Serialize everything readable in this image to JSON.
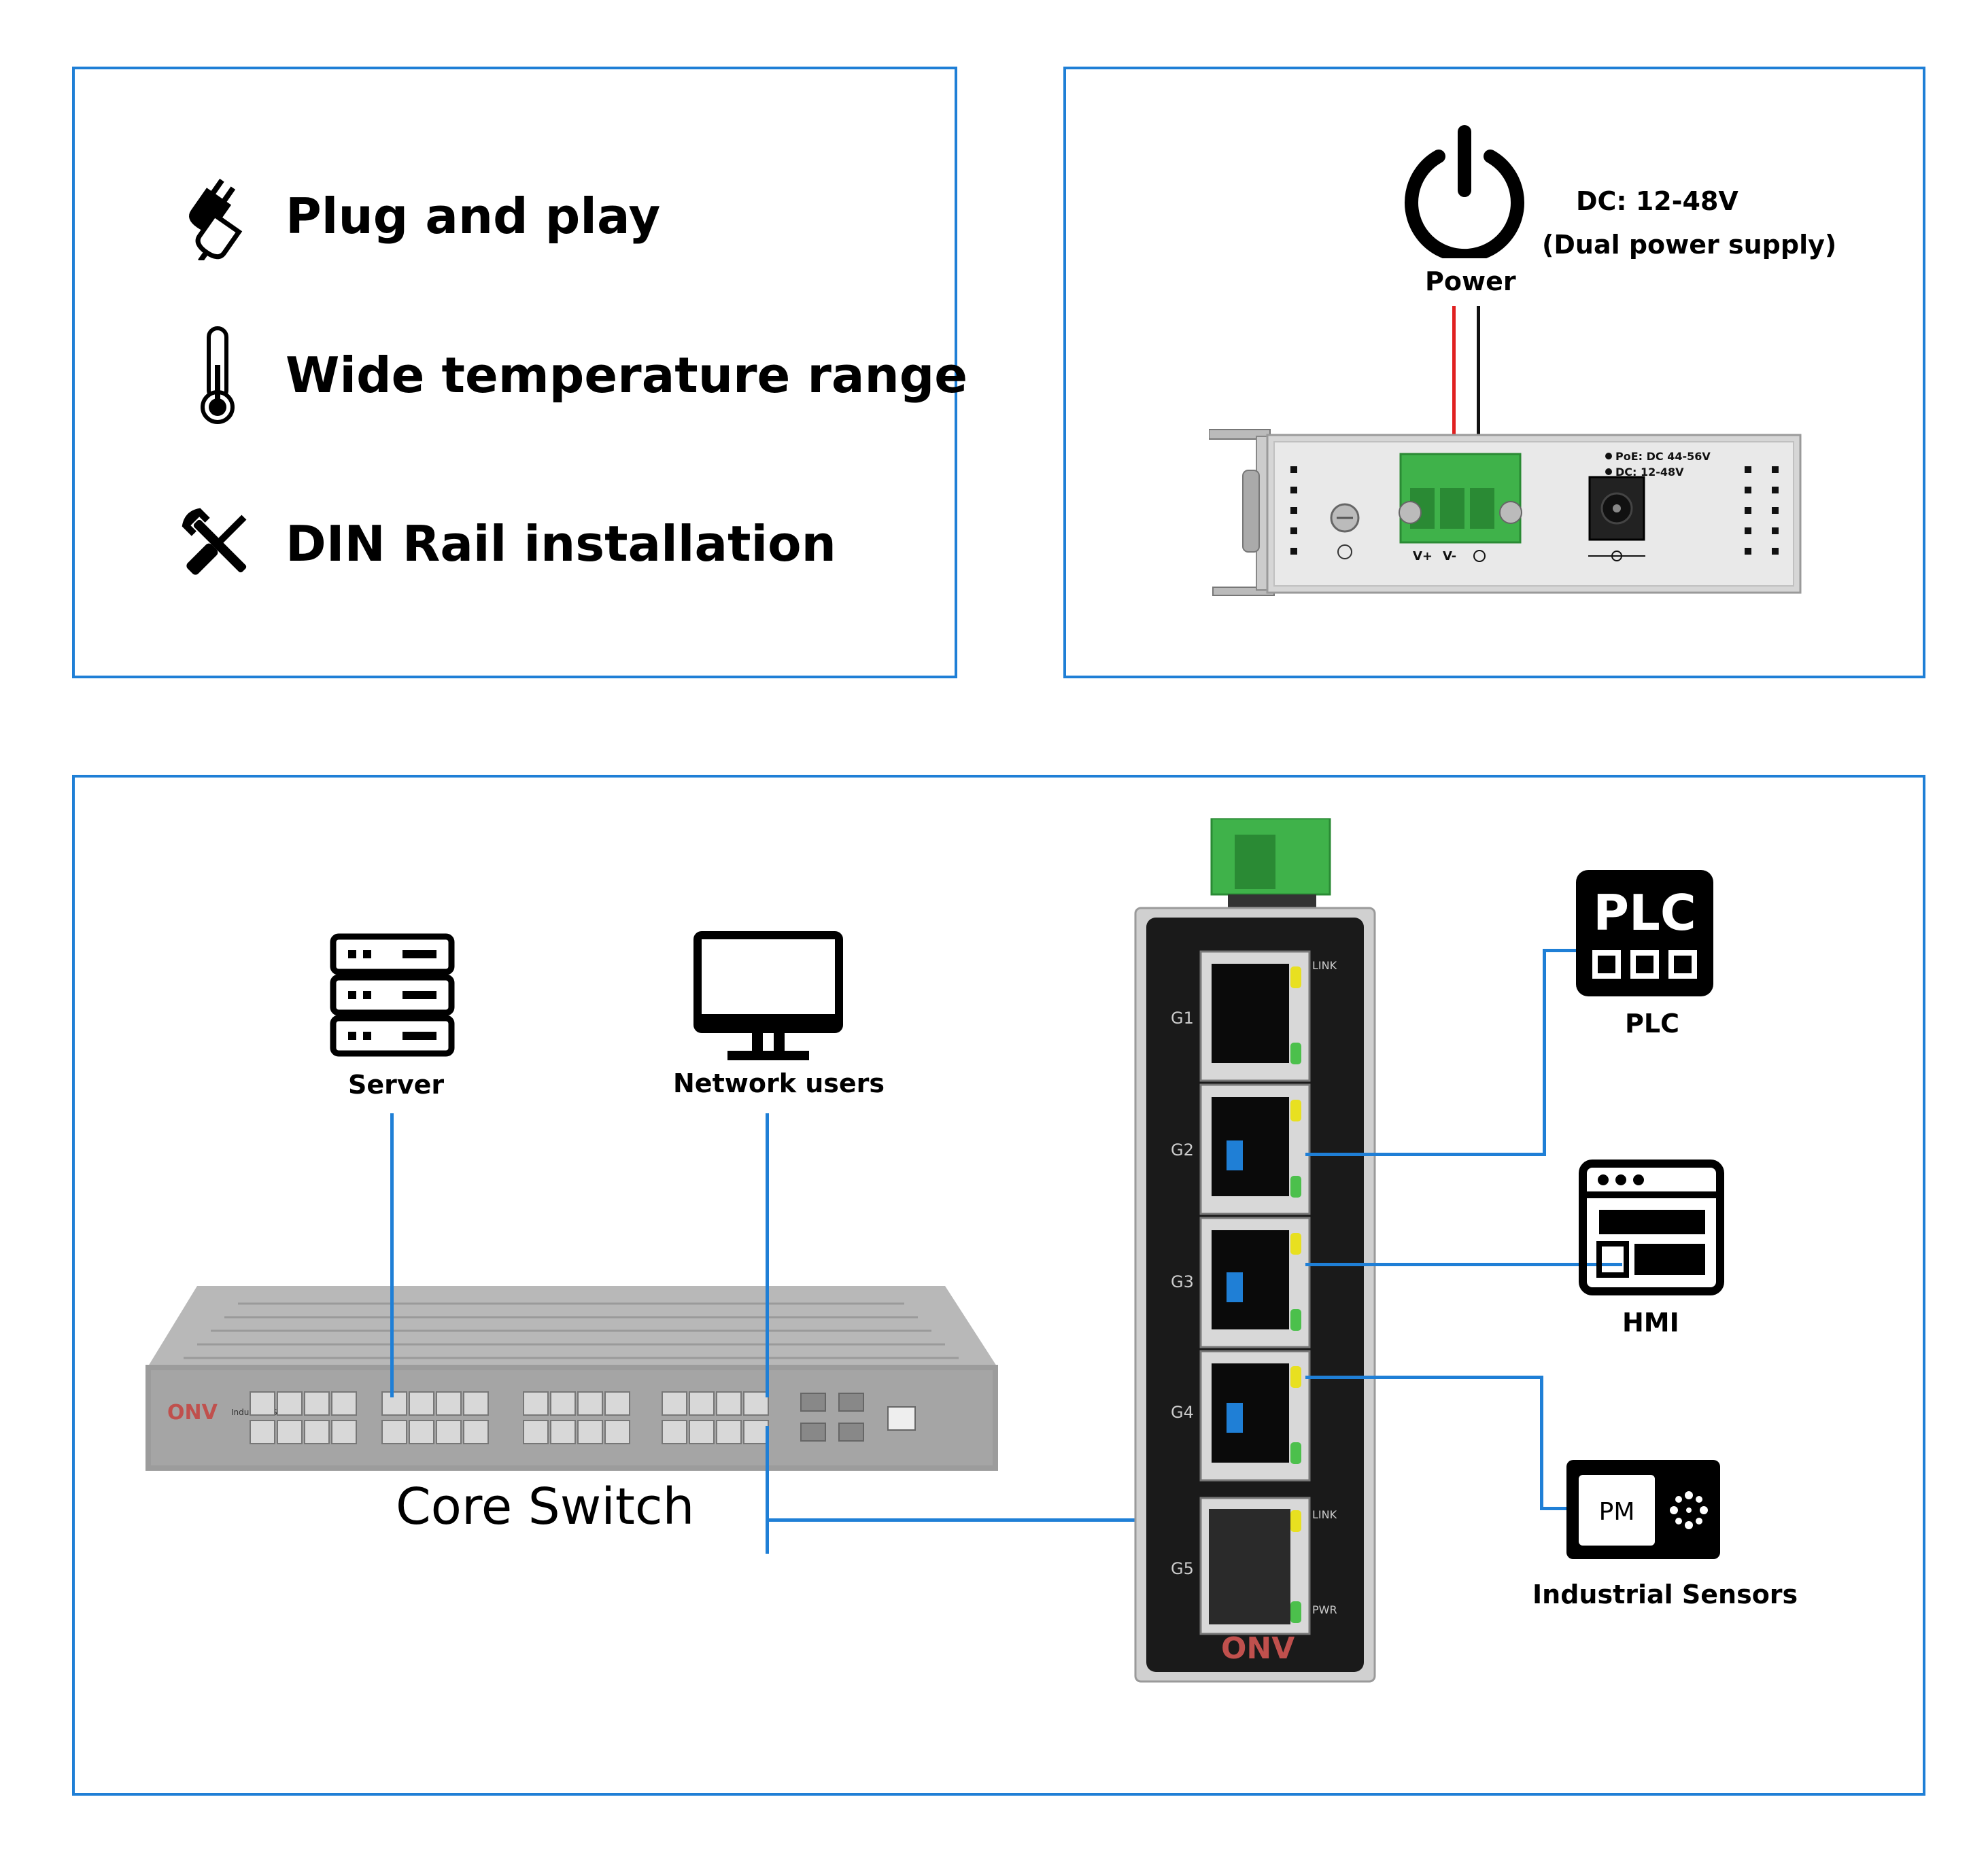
{
  "features": {
    "items": [
      {
        "label": "Plug and play",
        "icon": "plug-icon"
      },
      {
        "label": "Wide temperature range",
        "icon": "thermometer-icon"
      },
      {
        "label": "DIN Rail installation",
        "icon": "tools-icon"
      }
    ]
  },
  "power": {
    "label": "Power",
    "spec_line1": "DC: 12-48V",
    "spec_line2": "(Dual power supply)",
    "panel_text": {
      "poe": "PoE: DC 44-56V",
      "dc": "DC: 12-48V",
      "vplus": "V+",
      "vminus": "V-"
    }
  },
  "topology": {
    "server_label": "Server",
    "users_label": "Network users",
    "core_switch_label": "Core Switch",
    "core_switch_brand": "ONV",
    "core_switch_model": "Industrial Switch",
    "switch_brand": "ONV",
    "ports": [
      "G1",
      "G2",
      "G3",
      "G4",
      "G5"
    ],
    "led_link": "LINK",
    "led_pwr": "PWR",
    "devices": [
      {
        "label": "PLC",
        "icon": "plc-icon",
        "icon_text": "PLC"
      },
      {
        "label": "HMI",
        "icon": "hmi-icon"
      },
      {
        "label": "Industrial Sensors",
        "icon": "sensor-icon",
        "icon_text": "PM"
      }
    ]
  },
  "colors": {
    "accent_blue": "#1f7fd6",
    "terminal_green": "#3fb24a",
    "wire_red": "#e02020",
    "led_yellow": "#e8e020",
    "led_green": "#4cc04c"
  }
}
